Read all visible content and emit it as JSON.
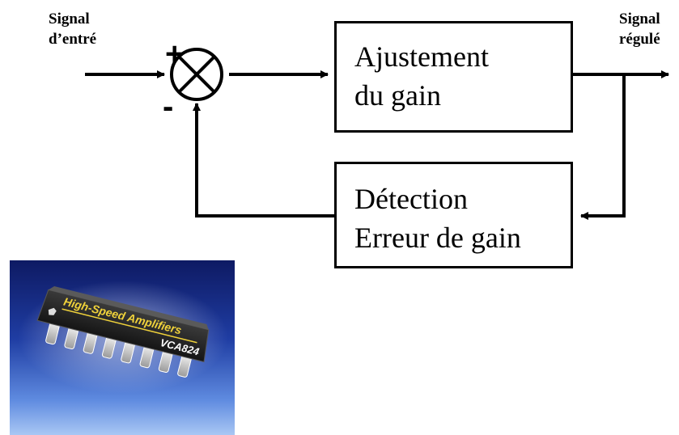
{
  "input_label": {
    "line1": "Signal",
    "line2": "d’entré"
  },
  "output_label": {
    "line1": "Signal",
    "line2": "régulé"
  },
  "summing_junction": {
    "plus": "+",
    "minus": "-"
  },
  "blocks": {
    "gain_adjust": {
      "line1": "Ajustement",
      "line2": "du gain"
    },
    "error_detect": {
      "line1": "Détection",
      "line2": "Erreur de gain"
    }
  },
  "chip_image": {
    "text1": "High-Speed Amplifiers",
    "text2": "VCA824"
  }
}
